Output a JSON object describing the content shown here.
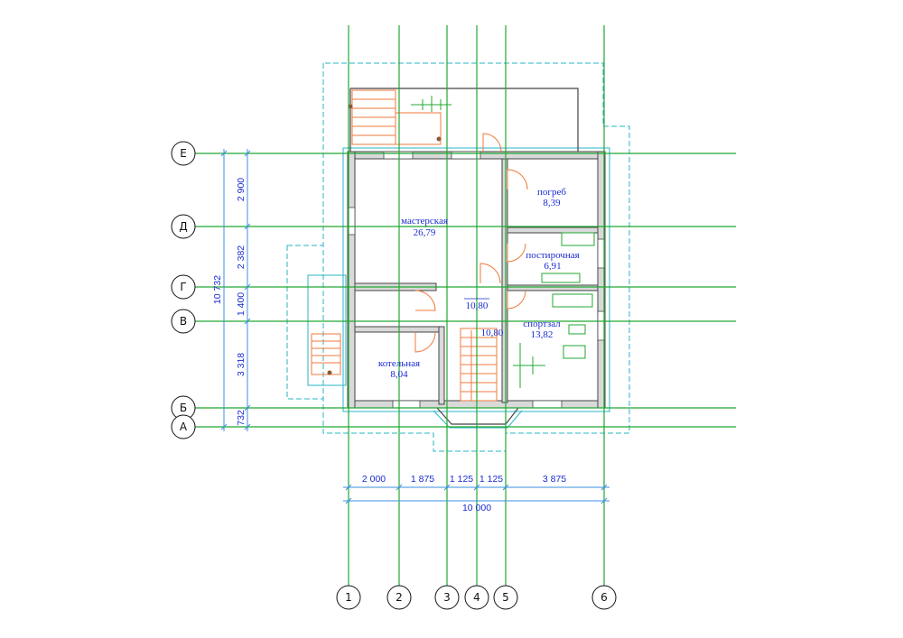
{
  "colors": {
    "grid": "#22a832",
    "walls": "#444444",
    "outline": "#27b6c4",
    "doors_stairs": "#f07a3c",
    "text": "#1b2bd0"
  },
  "axes": {
    "vertical": [
      "1",
      "2",
      "3",
      "4",
      "5",
      "6"
    ],
    "horizontal": [
      "Е",
      "Д",
      "Г",
      "В",
      "Б",
      "А"
    ]
  },
  "rooms": [
    {
      "name": "мастерская",
      "area": "26,79"
    },
    {
      "name": "погреб",
      "area": "8,39"
    },
    {
      "name": "постирочная",
      "area": "6,91"
    },
    {
      "name": "спортзал",
      "area": "13,82"
    },
    {
      "name": "котельная",
      "area": "8,04"
    }
  ],
  "hall_area_labels": [
    "10,80",
    "10,80"
  ],
  "dimensions": {
    "bottom_segments": [
      "2 000",
      "1 875",
      "1 125",
      "1 125",
      "3 875"
    ],
    "bottom_total": "10 000",
    "left_segments": [
      "2 900",
      "2 382",
      "1 400",
      "3 318",
      "732"
    ],
    "left_total": "10 732"
  }
}
